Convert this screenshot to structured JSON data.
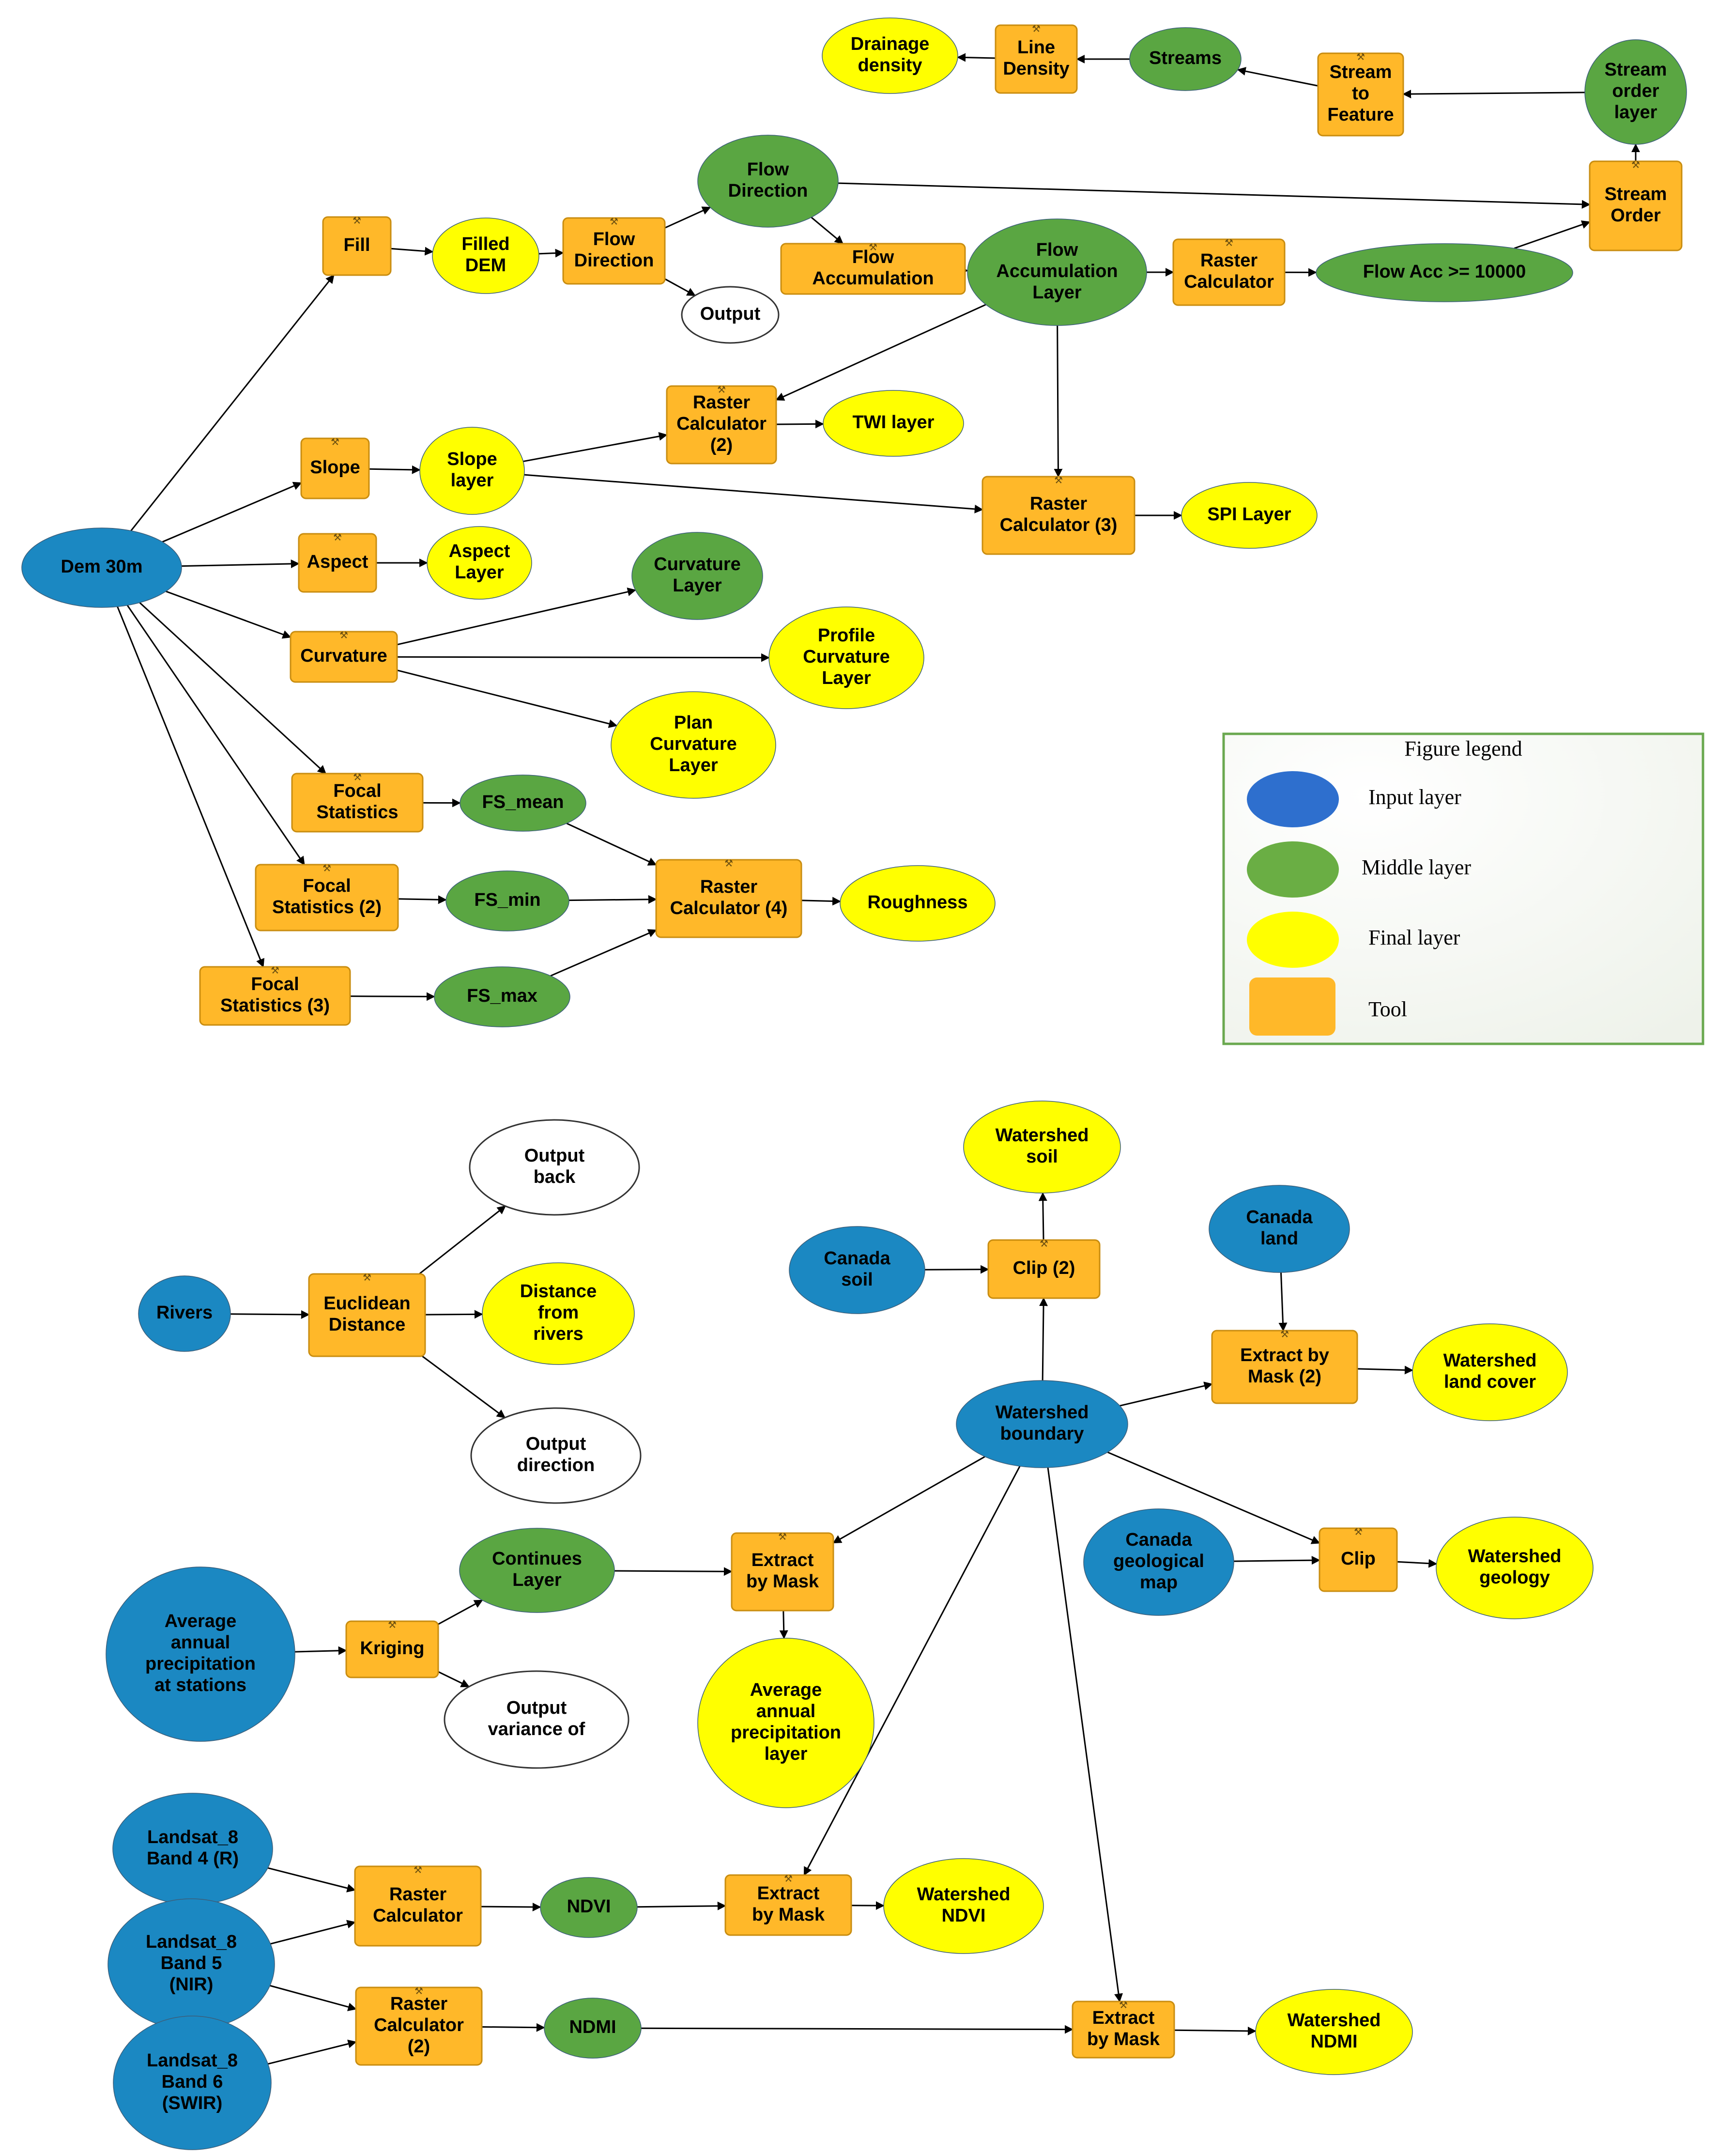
{
  "colors": {
    "input": "#1b88c2",
    "middle": "#5aa642",
    "final": "#ffff00",
    "output": "#ffffff",
    "tool": "#ffb829",
    "tool_stroke": "#c98d10",
    "edge": "#000000"
  },
  "legend": {
    "title": "Figure legend",
    "items": [
      {
        "label": "Input layer",
        "color": "#2e6fce"
      },
      {
        "label": "Middle layer",
        "color": "#6aae44"
      },
      {
        "label": "Final layer",
        "color": "#ffff00"
      },
      {
        "label": "Tool",
        "color": "#ffb829"
      }
    ]
  },
  "nodes": [
    {
      "id": "dem",
      "kind": "input",
      "lines": [
        "Dem 30m"
      ]
    },
    {
      "id": "fill",
      "kind": "tool",
      "lines": [
        "Fill"
      ]
    },
    {
      "id": "filled_dem",
      "kind": "final",
      "lines": [
        "Filled",
        "DEM"
      ]
    },
    {
      "id": "flowdir_tool",
      "kind": "tool",
      "lines": [
        "Flow",
        "Direction"
      ]
    },
    {
      "id": "output1",
      "kind": "output",
      "lines": [
        "Output"
      ]
    },
    {
      "id": "flowdir_layer",
      "kind": "middle",
      "lines": [
        "Flow",
        "Direction"
      ]
    },
    {
      "id": "flowacc_tool",
      "kind": "tool",
      "lines": [
        "Flow",
        "Accumulation"
      ]
    },
    {
      "id": "flowacc_layer",
      "kind": "middle",
      "lines": [
        "Flow",
        "Accumulation",
        "Layer"
      ]
    },
    {
      "id": "rcalc1",
      "kind": "tool",
      "lines": [
        "Raster",
        "Calculator"
      ]
    },
    {
      "id": "flowacc_thr",
      "kind": "middle",
      "lines": [
        "Flow Acc >= 10000"
      ]
    },
    {
      "id": "stream_order",
      "kind": "tool",
      "lines": [
        "Stream",
        "Order"
      ]
    },
    {
      "id": "stream_order_layer",
      "kind": "middle",
      "lines": [
        "Stream",
        "order",
        "layer"
      ]
    },
    {
      "id": "stream_to_feature",
      "kind": "tool",
      "lines": [
        "Stream",
        "to",
        "Feature"
      ]
    },
    {
      "id": "streams",
      "kind": "middle",
      "lines": [
        "Streams"
      ]
    },
    {
      "id": "line_density",
      "kind": "tool",
      "lines": [
        "Line",
        "Density"
      ]
    },
    {
      "id": "drainage_density",
      "kind": "final",
      "lines": [
        "Drainage",
        "density"
      ]
    },
    {
      "id": "slope",
      "kind": "tool",
      "lines": [
        "Slope"
      ]
    },
    {
      "id": "slope_layer",
      "kind": "final",
      "lines": [
        "Slope",
        "layer"
      ]
    },
    {
      "id": "rcalc2",
      "kind": "tool",
      "lines": [
        "Raster",
        "Calculator",
        "(2)"
      ]
    },
    {
      "id": "twi",
      "kind": "final",
      "lines": [
        "TWI layer"
      ]
    },
    {
      "id": "rcalc3",
      "kind": "tool",
      "lines": [
        "Raster",
        "Calculator (3)"
      ]
    },
    {
      "id": "spi",
      "kind": "final",
      "lines": [
        "SPI Layer"
      ]
    },
    {
      "id": "aspect",
      "kind": "tool",
      "lines": [
        "Aspect"
      ]
    },
    {
      "id": "aspect_layer",
      "kind": "final",
      "lines": [
        "Aspect",
        "Layer"
      ]
    },
    {
      "id": "curvature",
      "kind": "tool",
      "lines": [
        "Curvature"
      ]
    },
    {
      "id": "curv_layer",
      "kind": "middle",
      "lines": [
        "Curvature",
        "Layer"
      ]
    },
    {
      "id": "profile_curv",
      "kind": "final",
      "lines": [
        "Profile",
        "Curvature",
        "Layer"
      ]
    },
    {
      "id": "plan_curv",
      "kind": "final",
      "lines": [
        "Plan",
        "Curvature",
        "Layer"
      ]
    },
    {
      "id": "focal1",
      "kind": "tool",
      "lines": [
        "Focal",
        "Statistics"
      ]
    },
    {
      "id": "fs_mean",
      "kind": "middle",
      "lines": [
        "FS_mean"
      ]
    },
    {
      "id": "focal2",
      "kind": "tool",
      "lines": [
        "Focal",
        "Statistics (2)"
      ]
    },
    {
      "id": "fs_min",
      "kind": "middle",
      "lines": [
        "FS_min"
      ]
    },
    {
      "id": "focal3",
      "kind": "tool",
      "lines": [
        "Focal",
        "Statistics (3)"
      ]
    },
    {
      "id": "fs_max",
      "kind": "middle",
      "lines": [
        "FS_max"
      ]
    },
    {
      "id": "rcalc4",
      "kind": "tool",
      "lines": [
        "Raster",
        "Calculator (4)"
      ]
    },
    {
      "id": "roughness",
      "kind": "final",
      "lines": [
        "Roughness"
      ]
    },
    {
      "id": "rivers",
      "kind": "input",
      "lines": [
        "Rivers"
      ]
    },
    {
      "id": "euclid",
      "kind": "tool",
      "lines": [
        "Euclidean",
        "Distance"
      ]
    },
    {
      "id": "out_back",
      "kind": "output",
      "lines": [
        "Output",
        "back"
      ]
    },
    {
      "id": "dist_rivers",
      "kind": "final",
      "lines": [
        "Distance",
        "from",
        "rivers"
      ]
    },
    {
      "id": "out_dir",
      "kind": "output",
      "lines": [
        "Output",
        "direction"
      ]
    },
    {
      "id": "avg_precip_st",
      "kind": "input",
      "lines": [
        "Average",
        "annual",
        "precipitation",
        "at stations"
      ]
    },
    {
      "id": "kriging",
      "kind": "tool",
      "lines": [
        "Kriging"
      ]
    },
    {
      "id": "continues",
      "kind": "middle",
      "lines": [
        "Continues",
        "Layer"
      ]
    },
    {
      "id": "out_var",
      "kind": "output",
      "lines": [
        "Output",
        "variance of"
      ]
    },
    {
      "id": "ebm_precip",
      "kind": "tool",
      "lines": [
        "Extract",
        "by Mask"
      ]
    },
    {
      "id": "avg_precip_layer",
      "kind": "final",
      "lines": [
        "Average",
        "annual",
        "precipitation",
        "layer"
      ]
    },
    {
      "id": "watershed_soil",
      "kind": "final",
      "lines": [
        "Watershed",
        "soil"
      ]
    },
    {
      "id": "canada_soil",
      "kind": "input",
      "lines": [
        "Canada",
        "soil"
      ]
    },
    {
      "id": "clip2",
      "kind": "tool",
      "lines": [
        "Clip (2)"
      ]
    },
    {
      "id": "canada_land",
      "kind": "input",
      "lines": [
        "Canada",
        "land"
      ]
    },
    {
      "id": "ebm2",
      "kind": "tool",
      "lines": [
        "Extract by",
        "Mask (2)"
      ]
    },
    {
      "id": "ws_landcover",
      "kind": "final",
      "lines": [
        "Watershed",
        "land cover"
      ]
    },
    {
      "id": "ws_boundary",
      "kind": "input",
      "lines": [
        "Watershed",
        "boundary"
      ]
    },
    {
      "id": "canada_geo",
      "kind": "input",
      "lines": [
        "Canada",
        "geological",
        "map"
      ]
    },
    {
      "id": "clip",
      "kind": "tool",
      "lines": [
        "Clip"
      ]
    },
    {
      "id": "ws_geology",
      "kind": "final",
      "lines": [
        "Watershed",
        "geology"
      ]
    },
    {
      "id": "band4",
      "kind": "input",
      "lines": [
        "Landsat_8",
        "Band 4 (R)"
      ]
    },
    {
      "id": "band5",
      "kind": "input",
      "lines": [
        "Landsat_8",
        "Band 5",
        "(NIR)"
      ]
    },
    {
      "id": "band6",
      "kind": "input",
      "lines": [
        "Landsat_8",
        "Band 6",
        "(SWIR)"
      ]
    },
    {
      "id": "rc_ndvi",
      "kind": "tool",
      "lines": [
        "Raster",
        "Calculator"
      ]
    },
    {
      "id": "rc_ndmi",
      "kind": "tool",
      "lines": [
        "Raster",
        "Calculator",
        "(2)"
      ]
    },
    {
      "id": "ndvi",
      "kind": "middle",
      "lines": [
        "NDVI"
      ]
    },
    {
      "id": "ndmi",
      "kind": "middle",
      "lines": [
        "NDMI"
      ]
    },
    {
      "id": "ebm_ndvi",
      "kind": "tool",
      "lines": [
        "Extract",
        "by Mask"
      ]
    },
    {
      "id": "ebm_ndmi",
      "kind": "tool",
      "lines": [
        "Extract",
        "by Mask"
      ]
    },
    {
      "id": "ws_ndvi",
      "kind": "final",
      "lines": [
        "Watershed",
        "NDVI"
      ]
    },
    {
      "id": "ws_ndmi",
      "kind": "final",
      "lines": [
        "Watershed",
        "NDMI"
      ]
    }
  ],
  "edges": [
    [
      "dem",
      "fill"
    ],
    [
      "dem",
      "slope"
    ],
    [
      "dem",
      "aspect"
    ],
    [
      "dem",
      "curvature"
    ],
    [
      "dem",
      "focal1"
    ],
    [
      "dem",
      "focal2"
    ],
    [
      "dem",
      "focal3"
    ],
    [
      "fill",
      "filled_dem"
    ],
    [
      "filled_dem",
      "flowdir_tool"
    ],
    [
      "flowdir_tool",
      "flowdir_layer"
    ],
    [
      "flowdir_tool",
      "output1"
    ],
    [
      "flowdir_layer",
      "flowacc_tool"
    ],
    [
      "flowacc_tool",
      "flowacc_layer"
    ],
    [
      "flowdir_layer",
      "stream_order"
    ],
    [
      "flowacc_layer",
      "rcalc1"
    ],
    [
      "rcalc1",
      "flowacc_thr"
    ],
    [
      "flowacc_thr",
      "stream_order"
    ],
    [
      "stream_order",
      "stream_order_layer"
    ],
    [
      "stream_order_layer",
      "stream_to_feature"
    ],
    [
      "stream_to_feature",
      "streams"
    ],
    [
      "streams",
      "line_density"
    ],
    [
      "line_density",
      "drainage_density"
    ],
    [
      "flowacc_layer",
      "rcalc2"
    ],
    [
      "flowacc_layer",
      "rcalc3"
    ],
    [
      "slope",
      "slope_layer"
    ],
    [
      "slope_layer",
      "rcalc2"
    ],
    [
      "slope_layer",
      "rcalc3"
    ],
    [
      "rcalc2",
      "twi"
    ],
    [
      "rcalc3",
      "spi"
    ],
    [
      "aspect",
      "aspect_layer"
    ],
    [
      "curvature",
      "curv_layer"
    ],
    [
      "curvature",
      "profile_curv"
    ],
    [
      "curvature",
      "plan_curv"
    ],
    [
      "focal1",
      "fs_mean"
    ],
    [
      "focal2",
      "fs_min"
    ],
    [
      "focal3",
      "fs_max"
    ],
    [
      "fs_mean",
      "rcalc4"
    ],
    [
      "fs_min",
      "rcalc4"
    ],
    [
      "fs_max",
      "rcalc4"
    ],
    [
      "rcalc4",
      "roughness"
    ],
    [
      "rivers",
      "euclid"
    ],
    [
      "euclid",
      "out_back"
    ],
    [
      "euclid",
      "dist_rivers"
    ],
    [
      "euclid",
      "out_dir"
    ],
    [
      "avg_precip_st",
      "kriging"
    ],
    [
      "kriging",
      "continues"
    ],
    [
      "kriging",
      "out_var"
    ],
    [
      "continues",
      "ebm_precip"
    ],
    [
      "ebm_precip",
      "avg_precip_layer"
    ],
    [
      "canada_soil",
      "clip2"
    ],
    [
      "clip2",
      "watershed_soil"
    ],
    [
      "ws_boundary",
      "clip2"
    ],
    [
      "canada_land",
      "ebm2"
    ],
    [
      "ebm2",
      "ws_landcover"
    ],
    [
      "ws_boundary",
      "ebm2"
    ],
    [
      "ws_boundary",
      "ebm_precip"
    ],
    [
      "ws_boundary",
      "clip"
    ],
    [
      "canada_geo",
      "clip"
    ],
    [
      "clip",
      "ws_geology"
    ],
    [
      "ws_boundary",
      "ebm_ndvi"
    ],
    [
      "ws_boundary",
      "ebm_ndmi"
    ],
    [
      "band4",
      "rc_ndvi"
    ],
    [
      "band5",
      "rc_ndvi"
    ],
    [
      "band5",
      "rc_ndmi"
    ],
    [
      "band6",
      "rc_ndmi"
    ],
    [
      "rc_ndvi",
      "ndvi"
    ],
    [
      "ndvi",
      "ebm_ndvi"
    ],
    [
      "ebm_ndvi",
      "ws_ndvi"
    ],
    [
      "rc_ndmi",
      "ndmi"
    ],
    [
      "ndmi",
      "ebm_ndmi"
    ],
    [
      "ebm_ndmi",
      "ws_ndmi"
    ]
  ]
}
